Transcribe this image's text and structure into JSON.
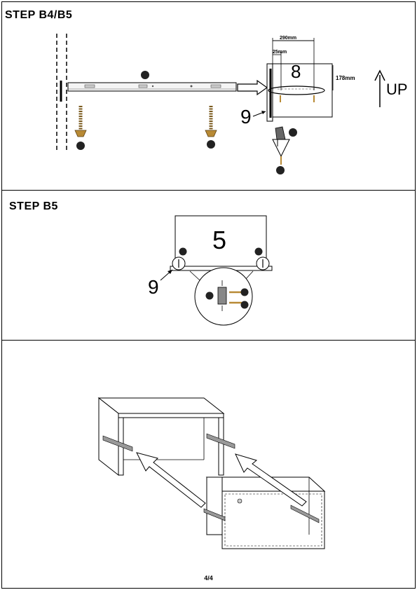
{
  "step1": {
    "title": "STEP B4/B5",
    "dimension_width": "290mm",
    "dimension_offset": "25mm",
    "dimension_height": "178mm",
    "part_number": "8",
    "side_number": "9",
    "up_label": "UP",
    "rail_marker": "ª",
    "callouts": [
      "á",
      "á",
      "«",
      "á"
    ]
  },
  "step2": {
    "title": "STEP B5",
    "part_number": "5",
    "side_number": "9",
    "callouts": [
      "á",
      "á",
      "«",
      "á",
      "á"
    ]
  },
  "footer": {
    "page": "4/4"
  }
}
